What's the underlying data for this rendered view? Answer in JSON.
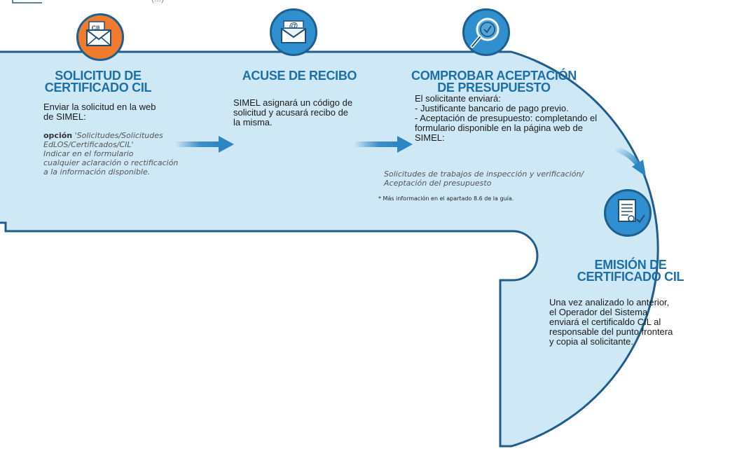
{
  "top_caption": "(...)",
  "steps": [
    {
      "title_lines": [
        "SOLICITUD DE",
        "CERTIFICADO CIL"
      ],
      "body": [
        "Enviar la solicitud en la web",
        "de SIMEL:"
      ],
      "option_prefix": "opción",
      "option_text": "'Solicitudes/Solicitudes",
      "italic_lines": [
        "EdLOS/Certificados/CIL'",
        "Indicar en el formulario",
        "cualquier aclaración o rectificación",
        "a la información disponible."
      ],
      "icon_label": "CIL",
      "icon": "envelope-cil-icon"
    },
    {
      "title_lines": [
        "ACUSE DE RECIBO"
      ],
      "body": [
        "SIMEL asignará un código de",
        "solicitud y acusará recibo de",
        "la misma."
      ],
      "icon_label": "@",
      "icon": "envelope-at-icon"
    },
    {
      "title_lines": [
        "COMPROBAR ACEPTACIÓN",
        "DE PRESUPUESTO"
      ],
      "body": [
        "El solicitante enviará:",
        "- Justificante bancario de pago previo.",
        "- Aceptación de presupuesto: completando el",
        "formulario disponible en la página web de",
        "SIMEL:"
      ],
      "italic_lines": [
        "Solicitudes de trabajos de inspección y verificación/",
        "Aceptación del presupuesto"
      ],
      "note": "* Más información en el apartado 8.6 de la guía.",
      "icon": "magnifier-check-icon"
    },
    {
      "title_lines": [
        "EMISIÓN DE",
        "CERTIFICADO CIL"
      ],
      "body": [
        "Una vez analizado lo anterior,",
        "el Operador del Sistema",
        "enviará el certificaldo CIL al",
        "responsable del punto frontera",
        " y copia al solicitante."
      ],
      "icon": "certificate-icon"
    }
  ],
  "colors": {
    "band_fill": "#cfe8f5",
    "band_border": "#1f5d8c",
    "title": "#1d6fa8",
    "badge_orange": "#f07a2e",
    "badge_blue": "#2f8fcf",
    "arrow": "#2c86c4"
  }
}
